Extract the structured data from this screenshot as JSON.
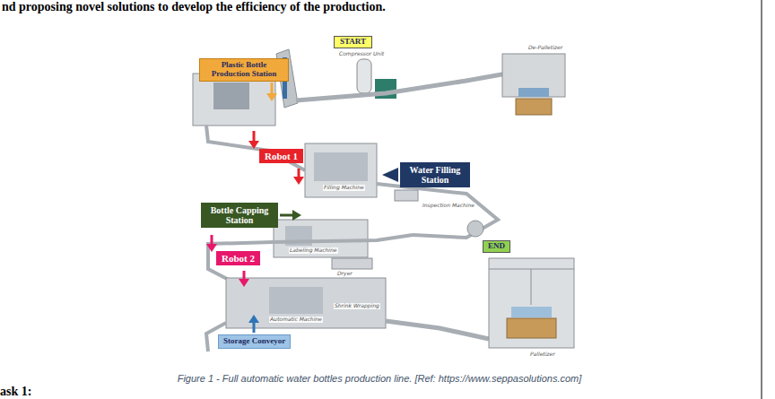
{
  "diagram": {
    "caption": "Figure 1 - Full automatic water bottles production line. [Ref: https://www.seppasolutions.com]",
    "nodes": [
      {
        "text": [
          "START"
        ]
      },
      {
        "text": [
          "Plastic Bottle Production Station"
        ]
      },
      {
        "text": [
          "Robot 1"
        ]
      },
      {
        "text": [
          "Water Filling Station"
        ]
      },
      {
        "text": [
          "Bottle Capping Station"
        ]
      },
      {
        "text": [
          "Robot 2"
        ]
      },
      {
        "text": [
          "END"
        ]
      },
      {
        "text": [
          "Storage Conveyor"
        ]
      }
    ],
    "labels": [
      "nd proposing novel solutions to develop the efficiency of the production.",
      "Compressor Unit",
      "De-Palletizer",
      "Filling Machine",
      "Inspection Machine",
      "Labeling Machine",
      "Dryer",
      "Automatic Machine",
      "Shrink Wrapping",
      "Palletizer",
      "ask 1:"
    ]
  }
}
